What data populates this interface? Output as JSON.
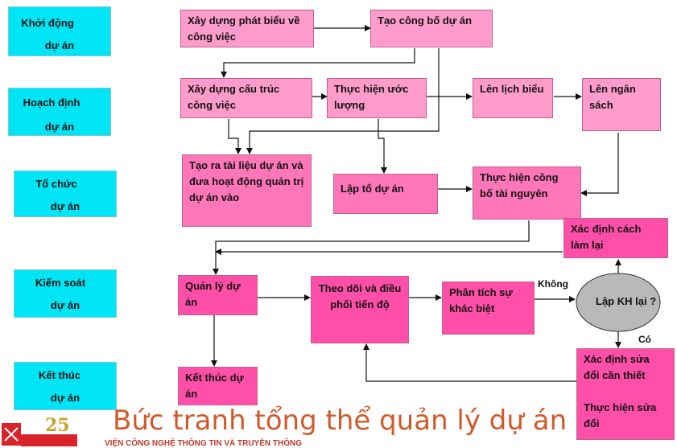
{
  "phases": [
    {
      "line1": "Khởi động",
      "line2": "dự án"
    },
    {
      "line1": "Hoạch định",
      "line2": "dự án"
    },
    {
      "line1": "Tổ chức",
      "line2": "dự án"
    },
    {
      "line1": "Kiểm soát",
      "line2": "dự án"
    },
    {
      "line1": "Kết thúc",
      "line2": "dự án"
    }
  ],
  "boxes": {
    "b1": "Xây dựng phát biểu về công việc",
    "b2": "Tạo công bố dự án",
    "b3": "Xây dựng cấu trúc công việc",
    "b4": "Thực hiện ước lượng",
    "b5": "Lên lịch biểu",
    "b6": "Lên ngân sách",
    "b7": "Tạo ra tài liệu dự án và đưa hoạt động quản trị dự án vào",
    "b8": "Lập tổ dự án",
    "b9": "Thực hiện công bố tài nguyên",
    "b10": "Xác định cách làm lại",
    "b11": "Quản lý dự án",
    "b12": "Theo dõi và điều phối tiến độ",
    "b13": "Phân tích sự khác biệt",
    "b14": "Xác định sửa đổi cần thiết",
    "b15": "Thực hiện sửa đổi",
    "b16": "Kết thúc dự án"
  },
  "decision": "Lập KH lại ?",
  "labels": {
    "no": "Không",
    "yes": "Có"
  },
  "title": "Bức tranh tổng thể quản lý dự án",
  "subtitle": "VIỆN CÔNG NGHỆ THÔNG TIN VÀ TRUYỀN THÔNG",
  "logo_text": "25",
  "colors": {
    "phase": "#00e5f5",
    "light": "#ff9ccc",
    "mid": "#ff77b8",
    "dark": "#ff4fa8",
    "decision": "#b9b9b9",
    "title": "#d05a2a"
  }
}
